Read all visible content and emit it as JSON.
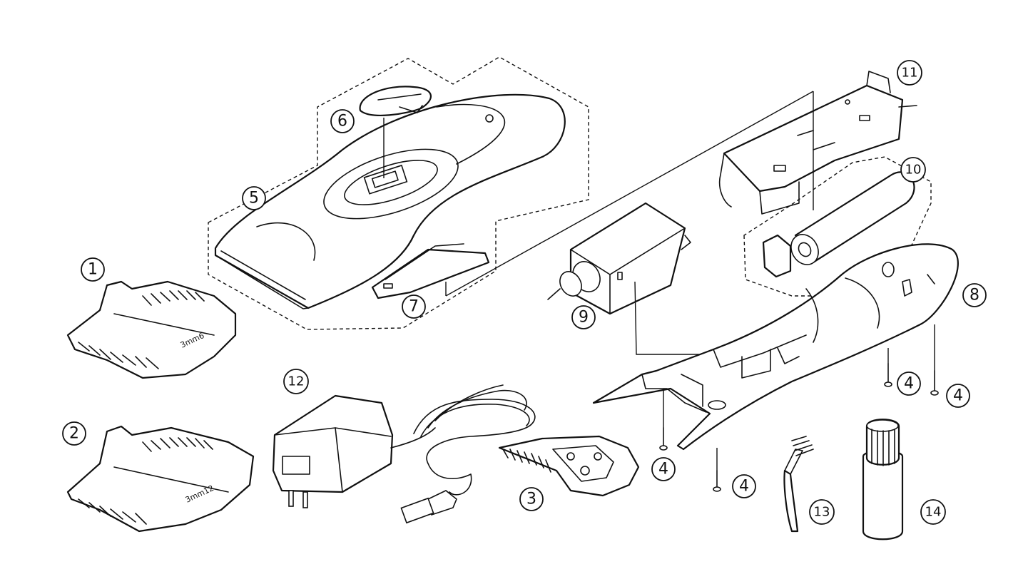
{
  "callouts": {
    "c1": "1",
    "c2": "2",
    "c3": "3",
    "c4a": "4",
    "c4b": "4",
    "c4c": "4",
    "c4d": "4",
    "c5": "5",
    "c6": "6",
    "c7": "7",
    "c8": "8",
    "c9": "9",
    "c10": "10",
    "c11": "11",
    "c12": "12",
    "c13": "13",
    "c14": "14"
  },
  "comb_markings": {
    "small": "3mm6",
    "large": "3mm12"
  },
  "colors": {
    "line": "#111111",
    "background": "#ffffff"
  }
}
